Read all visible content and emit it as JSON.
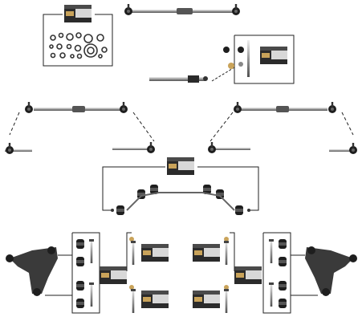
{
  "image": {
    "description_visible_text": [],
    "colors": {
      "background": "#ffffff",
      "part_dark": "#1e1e1e",
      "part_mid": "#6f6f6f",
      "part_light": "#c9c9c9",
      "box_dark": "#2b2b2b",
      "box_label": "#d8d8d8",
      "accent_gold": "#c9a35a",
      "line": "#222222"
    },
    "groups": [
      {
        "name": "bearing-kit"
      },
      {
        "name": "steering-tie-rod"
      },
      {
        "name": "steering-damper-kit"
      },
      {
        "name": "left-center-tie-rod-assembly"
      },
      {
        "name": "right-center-tie-rod-assembly"
      },
      {
        "name": "stabilizer-bar-kit"
      },
      {
        "name": "left-control-arm-bushing-kit"
      },
      {
        "name": "right-control-arm-bushing-kit"
      }
    ]
  }
}
